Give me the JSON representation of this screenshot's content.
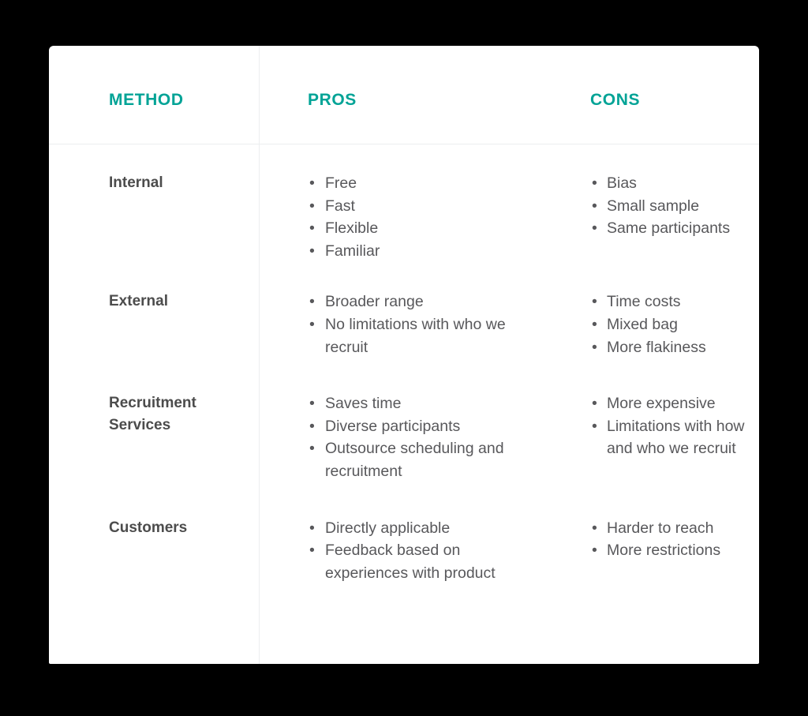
{
  "table": {
    "columns": [
      {
        "key": "method",
        "label": "METHOD"
      },
      {
        "key": "pros",
        "label": "PROS"
      },
      {
        "key": "cons",
        "label": "CONS"
      }
    ],
    "header_color": "#00a396",
    "body_text_color": "#58585b",
    "label_text_color": "#4c4c4c",
    "card_background": "#ffffff",
    "page_background": "#000000",
    "divider_color": "#eceef0",
    "rows": [
      {
        "method": "Internal",
        "pros": [
          "Free",
          "Fast",
          "Flexible",
          "Familiar"
        ],
        "cons": [
          "Bias",
          "Small sample",
          "Same participants"
        ]
      },
      {
        "method": "External",
        "pros": [
          "Broader range",
          "No limitations with who we recruit"
        ],
        "cons": [
          "Time costs",
          "Mixed bag",
          "More flakiness"
        ]
      },
      {
        "method": "Recruitment Services",
        "pros": [
          "Saves time",
          "Diverse participants",
          "Outsource scheduling and recruitment"
        ],
        "cons": [
          "More expensive",
          "Limitations with how and who we recruit"
        ]
      },
      {
        "method": "Customers",
        "pros": [
          "Directly applicable",
          "Feedback based on experiences with product"
        ],
        "cons": [
          "Harder to reach",
          "More restrictions"
        ]
      }
    ]
  }
}
